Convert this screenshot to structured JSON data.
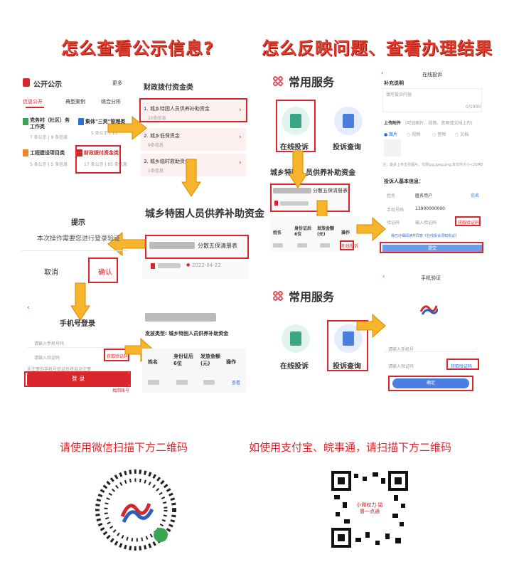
{
  "headings": {
    "left": "怎么查看公示信息?",
    "right": "怎么反映问题、查看办理结果"
  },
  "left_panel": {
    "title": "公开公示",
    "more": "更多",
    "tabs": [
      "信息公开",
      "典型案例",
      "综合分析"
    ],
    "cards": [
      {
        "title": "党务村（社区）务工作类",
        "stats": "7 条公示 | 9 条信息"
      },
      {
        "title": "集体\"三资\"管理类",
        "stats": "5 条公示 | 13"
      },
      {
        "title": "工程建设项目类",
        "stats": "5 条公示 | 5 条信息"
      },
      {
        "title": "财政拨付资金类",
        "stats": "17 条公示 | 65 条信息"
      }
    ]
  },
  "fund_list": {
    "title": "财政拨付资金类",
    "items": [
      {
        "label": "1. 城乡特困人员供养补助资金",
        "count": "10条信息"
      },
      {
        "label": "2. 城乡低保资金",
        "count": "9条信息"
      },
      {
        "label": "3. 城乡临时救助资金",
        "count": "1条信息"
      }
    ]
  },
  "fund_detail": {
    "title": "城乡特困人员供养补助资金",
    "row_suffix": "分散五保清册表",
    "date": "2022-04-22"
  },
  "prompt": {
    "title": "提示",
    "message": "本次操作需要您进行登录验证",
    "cancel": "取消",
    "confirm": "确认"
  },
  "login": {
    "title": "手机号登录",
    "phone_placeholder": "请输入手机号码",
    "code_placeholder": "请输入验证码",
    "get_code": "获取验证码",
    "register_hint": "未注册的手机号验证后将自动注册",
    "submit": "登 录",
    "forgot": "找回账号"
  },
  "table_detail": {
    "type_line": "发放类型: 城乡特困人员供养补助资金",
    "headers": [
      "姓名",
      "身份证后6位",
      "发放金额(元)",
      "操作"
    ],
    "view": "查看"
  },
  "services": {
    "title": "常用服务",
    "online_complaint": "在线投诉",
    "complaint_query": "投诉查询",
    "fund_title": "城乡特困人员供养补助资金",
    "row_suffix": "分散五保清册表"
  },
  "complaint_form": {
    "header": "在线投诉",
    "supplement": "补充说明",
    "placeholder": "填写投诉内容",
    "counter": "0/1000",
    "upload": "上传附件",
    "upload_hint": "(可选图片、视频、音频或文档上传)",
    "file_types": [
      "图片",
      "视频",
      "音频",
      "文档"
    ],
    "note": "注：最多上传五张图片，仅限jpg,jpeg,png,单文件大小<20MB",
    "info_title": "投诉人基本信息：",
    "fields": [
      {
        "label": "姓名",
        "value": "匿名用户",
        "action": "实名"
      },
      {
        "label": "手机号码",
        "value": "13900000000"
      },
      {
        "label": "验证码",
        "value": "输入验证码",
        "action": "获取验证码"
      }
    ],
    "agree": "我已仔细阅读并同意《在线投诉须知协议》",
    "submit": "提交"
  },
  "phone_verify": {
    "header": "手机验证",
    "phone_placeholder": "请输入手机号",
    "code_placeholder": "请输入验证码",
    "get_code": "获取验证码",
    "confirm": "确定"
  },
  "qr": {
    "left_caption": "请使用微信扫描下方二维码",
    "right_caption": "如使用支付宝、皖事通，请扫描下方二维码",
    "right_center": "小微权力 监督一点通"
  },
  "colors": {
    "red": "#d9262c",
    "orange": "#f7b52c",
    "blue": "#2e6fd6"
  }
}
